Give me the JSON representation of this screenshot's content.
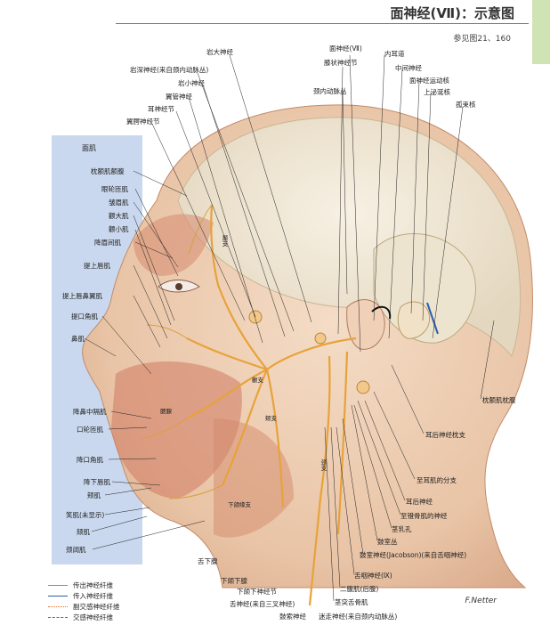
{
  "header": {
    "title": "面神经(Ⅶ)：示意图",
    "reference": "参见图21、160"
  },
  "panel": {
    "title": "面肌",
    "muscles": [
      "枕额肌额腹",
      "眼轮匝肌",
      "皱眉肌",
      "颧大肌",
      "颧小肌",
      "降眉间肌",
      "提上唇肌",
      "提上唇鼻翼肌",
      "提口角肌",
      "鼻肌",
      "降鼻中隔肌",
      "口轮匝肌",
      "降口角肌",
      "降下唇肌",
      "颊肌",
      "笑肌(未显示)",
      "颏肌",
      "颈阔肌"
    ]
  },
  "labels": {
    "top": [
      "岩大神经",
      "岩深神经(来自颈内动脉丛)",
      "岩小神经",
      "翼管神经",
      "耳神经节",
      "翼腭神经节",
      "面神经(Ⅶ)",
      "膝状神经节",
      "内耳道",
      "中间神经",
      "面神经运动核",
      "上泌涎核",
      "孤束核",
      "颈内动脉丛"
    ],
    "face": [
      "颞支",
      "颧支",
      "颊支",
      "下颌缘支",
      "颈支",
      "腮腺"
    ],
    "right": [
      "枕额肌枕腹",
      "耳后神经枕支",
      "至耳肌的分支",
      "耳后神经",
      "至镫骨肌的神经",
      "茎乳孔",
      "鼓室丛",
      "鼓室神经(Jacobson)(来自舌咽神经)",
      "舌咽神经(Ⅸ)",
      "二腹肌(后腹)",
      "茎突舌骨肌"
    ],
    "bottom": [
      "舌下腺",
      "下颌下腺",
      "下颌下神经节",
      "舌神经(来自三叉神经)",
      "鼓索神经",
      "迷走神经(来自颈内动脉丛)"
    ]
  },
  "legend": [
    {
      "label": "传出神经纤维",
      "color": "#e0702a",
      "style": "solid"
    },
    {
      "label": "传入神经纤维",
      "color": "#2a5db0",
      "style": "solid"
    },
    {
      "label": "副交感神经纤维",
      "color": "#e0702a",
      "style": "dotted"
    },
    {
      "label": "交感神经纤维",
      "color": "#d8322a",
      "style": "dashed"
    }
  ],
  "signature": "F.Netter"
}
